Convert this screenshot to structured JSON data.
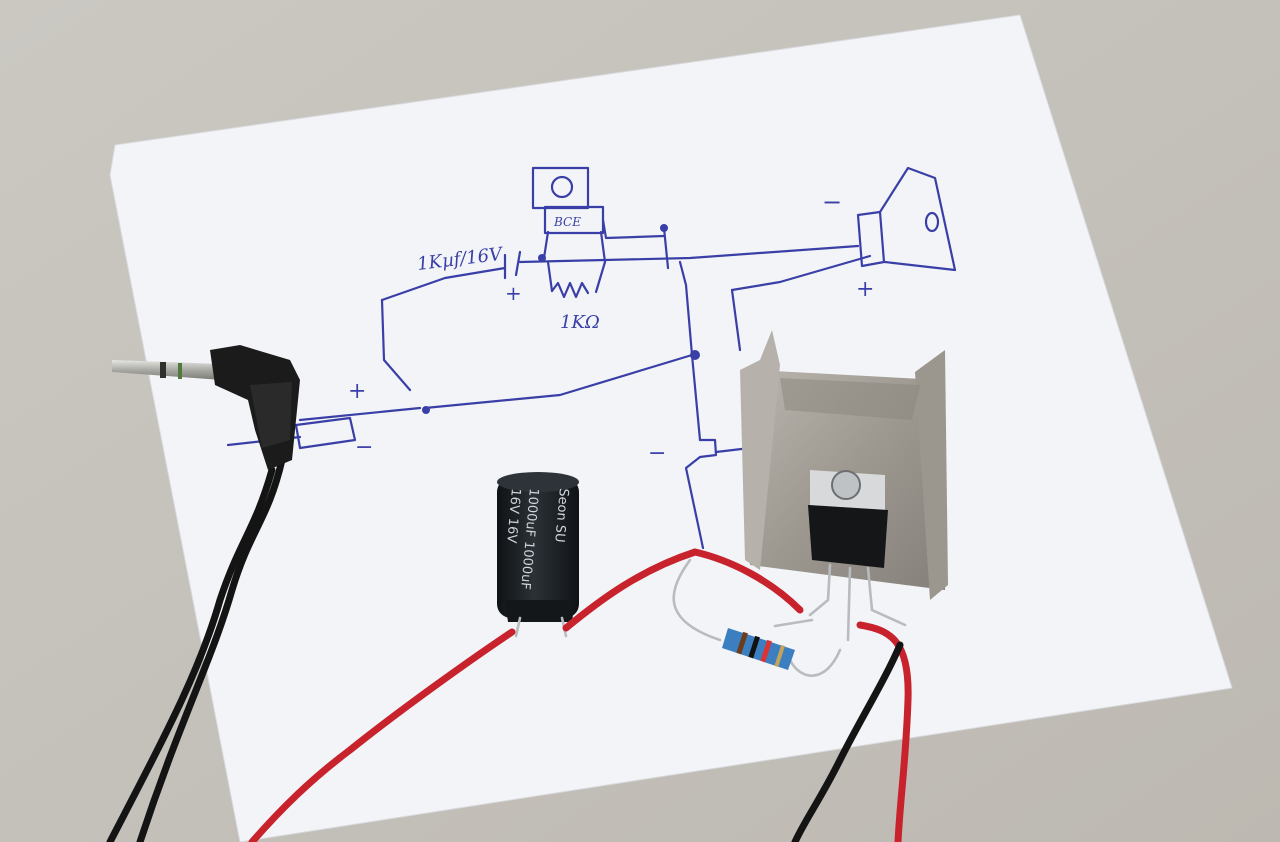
{
  "photo": {
    "colors": {
      "table": "#c9c6c0",
      "paper": "#f3f5f8",
      "ink": "#3a3fa8",
      "red_wire": "#c8232d",
      "black_wire": "#141414",
      "heatsink": "#a7a39c",
      "capacitor": "#1c2024"
    }
  },
  "schematic": {
    "capacitor_label": "1Kµf/16V",
    "resistor_label": "1KΩ",
    "regulator_pins": "BCE",
    "plus_sign": "+",
    "minus_sign": "−"
  },
  "capacitor_print": {
    "line1": "Seon SU",
    "line2": "1000uF 1000uF",
    "line3": "16V 16V"
  }
}
